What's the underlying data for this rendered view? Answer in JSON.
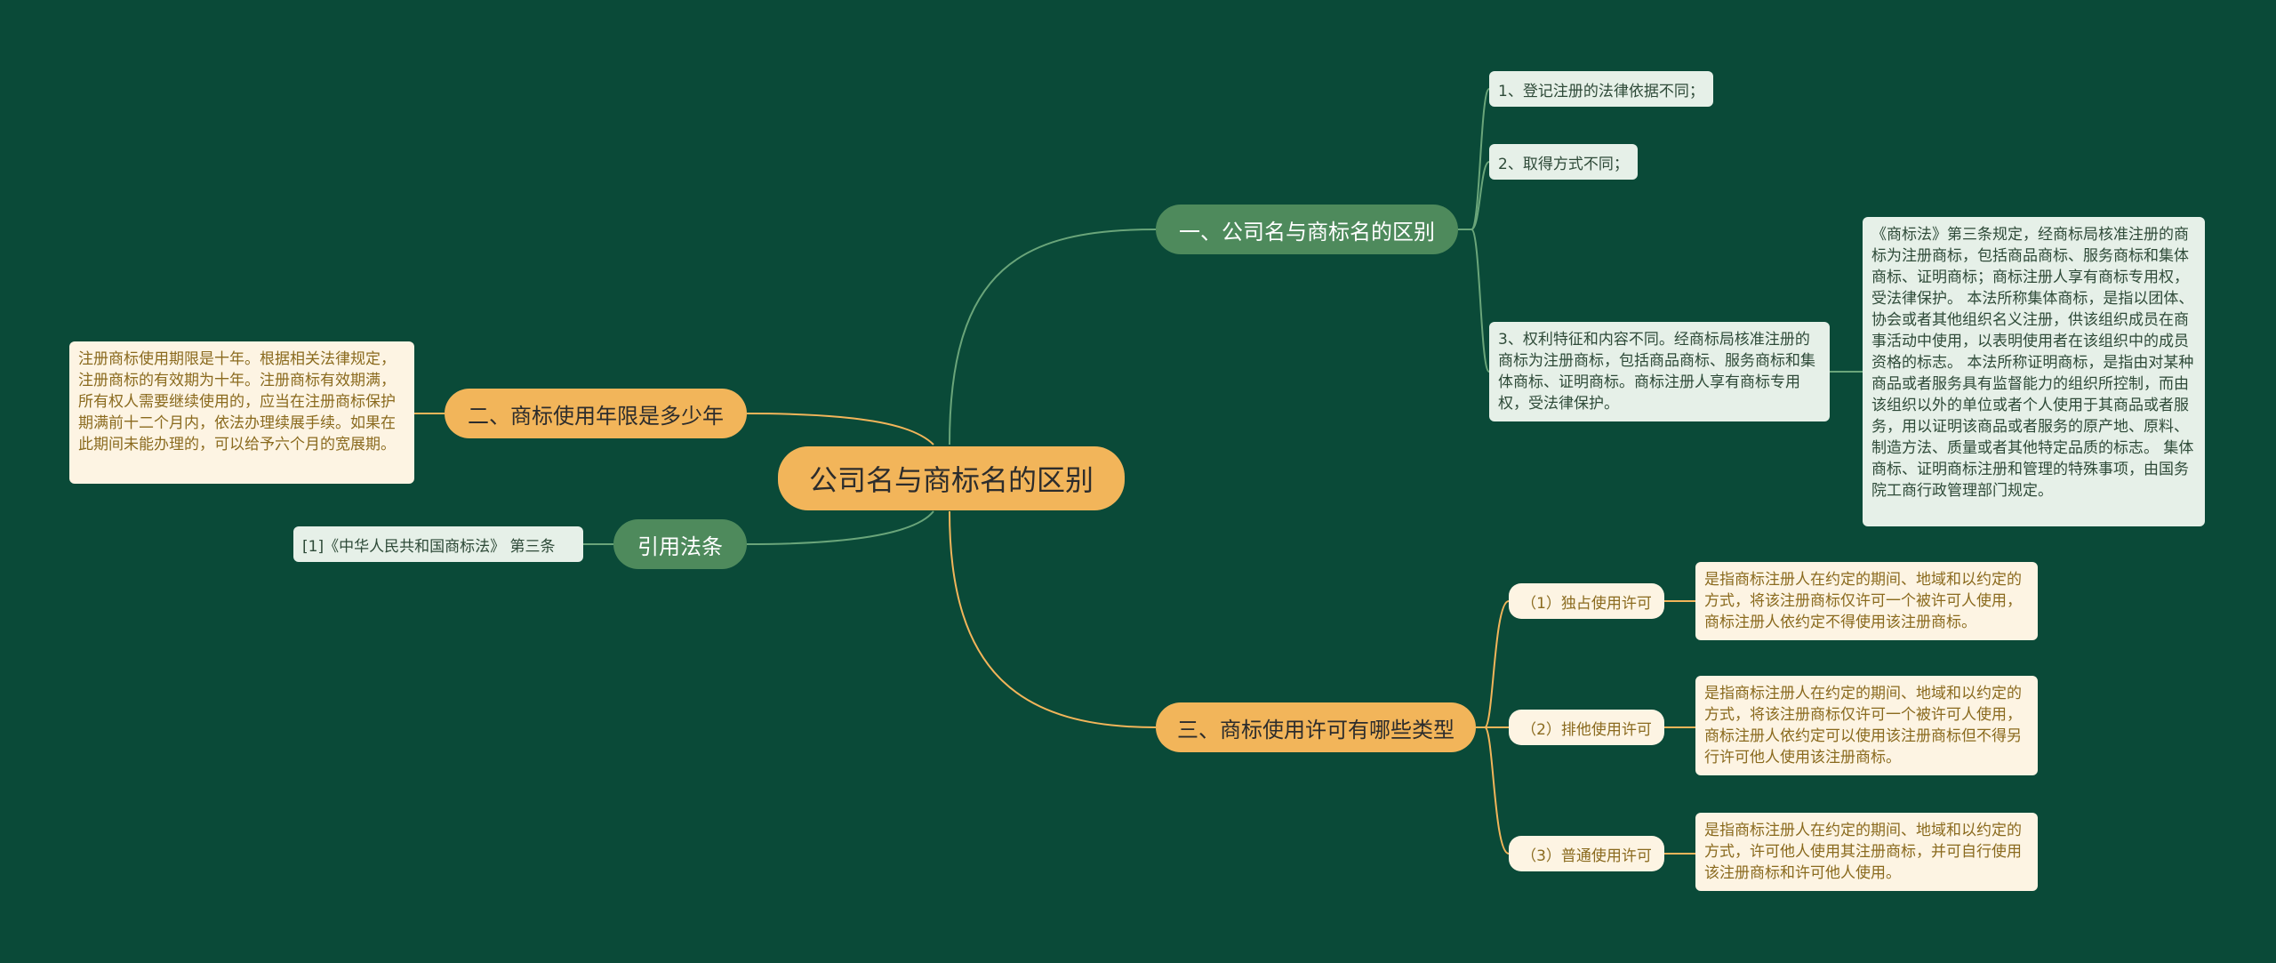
{
  "root": {
    "label": "公司名与商标名的区别"
  },
  "right": {
    "branch1": {
      "label": "一、公司名与商标名的区别",
      "items": [
        "1、登记注册的法律依据不同；",
        "2、取得方式不同；",
        "3、权利特征和内容不同。经商标局核准注册的商标为注册商标，包括商品商标、服务商标和集体商标、证明商标。商标注册人享有商标专用权，受法律保护。"
      ],
      "detail": "《商标法》第三条规定，经商标局核准注册的商标为注册商标，包括商品商标、服务商标和集体商标、证明商标；商标注册人享有商标专用权，受法律保护。 本法所称集体商标，是指以团体、协会或者其他组织名义注册，供该组织成员在商事活动中使用，以表明使用者在该组织中的成员资格的标志。 本法所称证明商标，是指由对某种商品或者服务具有监督能力的组织所控制，而由该组织以外的单位或者个人使用于其商品或者服务，用以证明该商品或者服务的原产地、原料、制造方法、质量或者其他特定品质的标志。 集体商标、证明商标注册和管理的特殊事项，由国务院工商行政管理部门规定。"
    },
    "branch3": {
      "label": "三、商标使用许可有哪些类型",
      "items": [
        {
          "label": "（1）独占使用许可",
          "detail": "是指商标注册人在约定的期间、地域和以约定的方式，将该注册商标仅许可一个被许可人使用，商标注册人依约定不得使用该注册商标。"
        },
        {
          "label": "（2）排他使用许可",
          "detail": "是指商标注册人在约定的期间、地域和以约定的方式，将该注册商标仅许可一个被许可人使用，商标注册人依约定可以使用该注册商标但不得另行许可他人使用该注册商标。"
        },
        {
          "label": "（3）普通使用许可",
          "detail": "是指商标注册人在约定的期间、地域和以约定的方式，许可他人使用其注册商标，并可自行使用该注册商标和许可他人使用。"
        }
      ]
    }
  },
  "left": {
    "branch2": {
      "label": "二、商标使用年限是多少年",
      "detail": "注册商标使用期限是十年。根据相关法律规定，注册商标的有效期为十年。注册商标有效期满，所有权人需要继续使用的，应当在注册商标保护期满前十二个月内，依法办理续展手续。如果在此期间未能办理的，可以给予六个月的宽展期。"
    },
    "citation": {
      "label": "引用法条",
      "item": "[1]《中华人民共和国商标法》 第三条"
    }
  },
  "colors": {
    "background": "#0a4a38",
    "green_branch": "#4e8a5c",
    "orange_branch": "#f2b55a",
    "green_link": "#6aa57a",
    "orange_link": "#f2b55a"
  }
}
